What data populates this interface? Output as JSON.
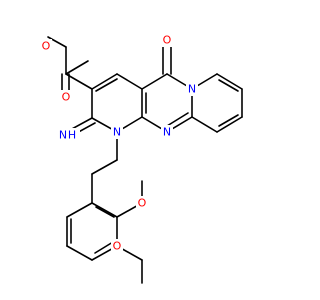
{
  "figure": {
    "type": "chemical-structure",
    "background_color": "#ffffff",
    "bond_color": "#000000"
  },
  "atoms": [
    {
      "id": "O1",
      "label": "O",
      "color": "#ff0000"
    },
    {
      "id": "O2",
      "label": "O",
      "color": "#ff0000"
    },
    {
      "id": "O3",
      "label": "O",
      "color": "#ff0000"
    },
    {
      "id": "N1",
      "label": "N",
      "color": "#0000ff"
    },
    {
      "id": "N2",
      "label": "N",
      "color": "#0000ff"
    },
    {
      "id": "N3",
      "label": "N",
      "color": "#0000ff"
    },
    {
      "id": "NH",
      "label": "NH",
      "label_parts": [
        "N",
        "H"
      ],
      "color": "#0000ff"
    },
    {
      "id": "O4",
      "label": "O",
      "color": "#ff0000"
    },
    {
      "id": "O5",
      "label": "O",
      "color": "#ff0000"
    }
  ]
}
